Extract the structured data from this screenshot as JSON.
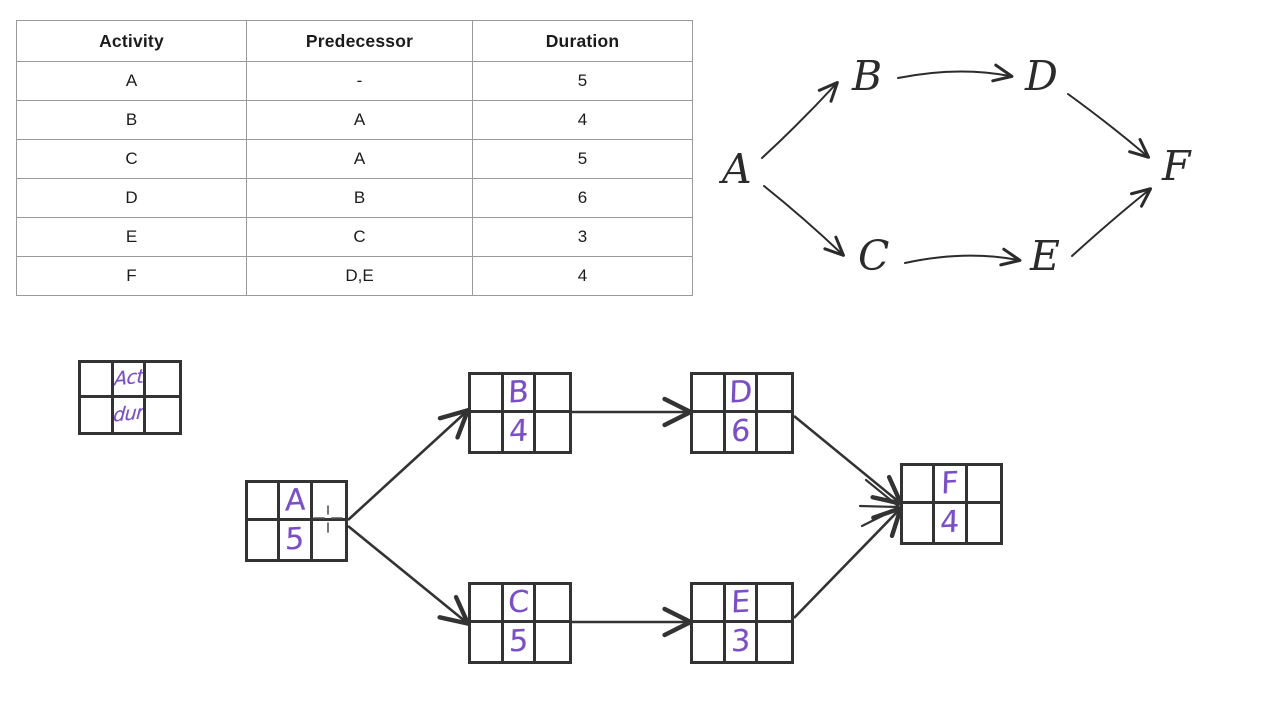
{
  "table": {
    "name": "activity-precedence-table",
    "columns": [
      "Activity",
      "Predecessor",
      "Duration"
    ],
    "rows": [
      {
        "activity": "A",
        "predecessor": "-",
        "duration": "5"
      },
      {
        "activity": "B",
        "predecessor": "A",
        "duration": "4"
      },
      {
        "activity": "C",
        "predecessor": "A",
        "duration": "5"
      },
      {
        "activity": "D",
        "predecessor": "B",
        "duration": "6"
      },
      {
        "activity": "E",
        "predecessor": "C",
        "duration": "3"
      },
      {
        "activity": "F",
        "predecessor": "D,E",
        "duration": "4"
      }
    ]
  },
  "sketch_network": {
    "nodes": [
      {
        "id": "A",
        "label": "A"
      },
      {
        "id": "B",
        "label": "B"
      },
      {
        "id": "C",
        "label": "C"
      },
      {
        "id": "D",
        "label": "D"
      },
      {
        "id": "E",
        "label": "E"
      },
      {
        "id": "F",
        "label": "F"
      }
    ],
    "edges": [
      {
        "from": "A",
        "to": "B"
      },
      {
        "from": "A",
        "to": "C"
      },
      {
        "from": "B",
        "to": "D"
      },
      {
        "from": "C",
        "to": "E"
      },
      {
        "from": "D",
        "to": "F"
      },
      {
        "from": "E",
        "to": "F"
      }
    ]
  },
  "aon_diagram": {
    "legend": {
      "activity_label": "Act",
      "duration_label": "dur"
    },
    "nodes": [
      {
        "id": "A",
        "activity": "A",
        "duration": "5"
      },
      {
        "id": "B",
        "activity": "B",
        "duration": "4"
      },
      {
        "id": "C",
        "activity": "C",
        "duration": "5"
      },
      {
        "id": "D",
        "activity": "D",
        "duration": "6"
      },
      {
        "id": "E",
        "activity": "E",
        "duration": "3"
      },
      {
        "id": "F",
        "activity": "F",
        "duration": "4"
      }
    ],
    "edges": [
      {
        "from": "A",
        "to": "B"
      },
      {
        "from": "A",
        "to": "C"
      },
      {
        "from": "B",
        "to": "D"
      },
      {
        "from": "C",
        "to": "E"
      },
      {
        "from": "D",
        "to": "F"
      },
      {
        "from": "E",
        "to": "F"
      }
    ]
  },
  "colors": {
    "handwriting": "#7a4fc4",
    "node_border": "#333333",
    "edge": "#333333",
    "table_border": "#9a9a9a",
    "sketch_ink": "#2b2b2b",
    "background": "#ffffff"
  }
}
